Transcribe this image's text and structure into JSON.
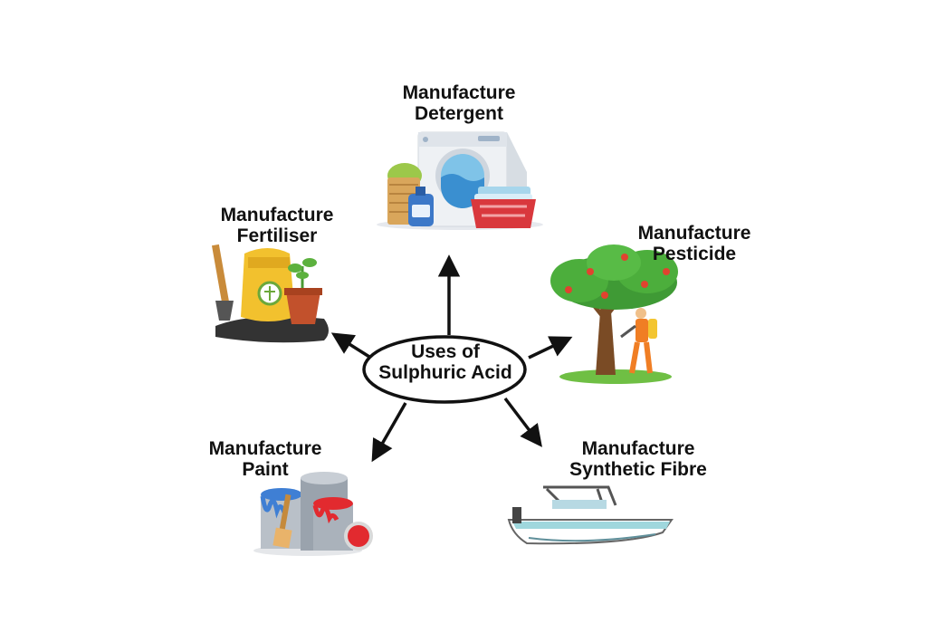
{
  "center": {
    "line1": "Uses of",
    "line2": "Sulphuric Acid"
  },
  "uses": [
    {
      "id": "detergent",
      "line1": "Manufacture",
      "line2": "Detergent",
      "icon": "washing-machine-icon"
    },
    {
      "id": "pesticide",
      "line1": "Manufacture",
      "line2": "Pesticide",
      "icon": "fruit-tree-sprayer-icon"
    },
    {
      "id": "fibre",
      "line1": "Manufacture",
      "line2": "Synthetic Fibre",
      "icon": "boat-icon"
    },
    {
      "id": "paint",
      "line1": "Manufacture",
      "line2": "Paint",
      "icon": "paint-cans-icon"
    },
    {
      "id": "fertiliser",
      "line1": "Manufacture",
      "line2": "Fertiliser",
      "icon": "fertiliser-bag-icon"
    }
  ]
}
